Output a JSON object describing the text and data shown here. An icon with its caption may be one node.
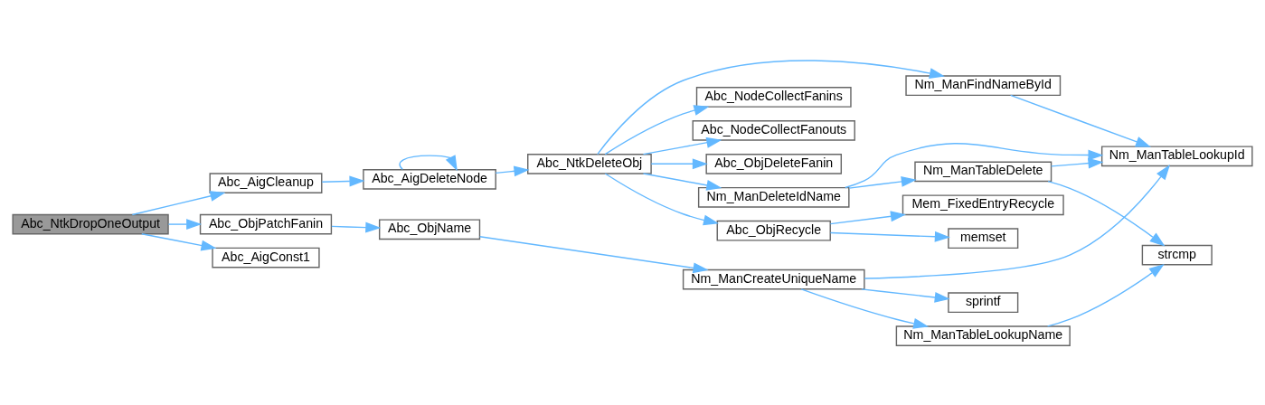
{
  "diagram": {
    "nodes": [
      {
        "text": [
          "Abc_NtkDropOneOutput"
        ]
      },
      {
        "text": [
          "Abc_ObjPatchFanin"
        ]
      },
      {
        "text": [
          "Abc_AigCleanup"
        ]
      },
      {
        "text": [
          "Abc_AigConst1"
        ]
      },
      {
        "text": [
          "Abc_ObjName"
        ]
      },
      {
        "text": [
          "Abc_AigDeleteNode"
        ]
      },
      {
        "text": [
          "Nm_ManCreateUniqueName"
        ]
      },
      {
        "text": [
          "Abc_NtkDeleteObj"
        ]
      },
      {
        "text": [
          "Nm_ManTableLookupName"
        ]
      },
      {
        "text": [
          "sprintf"
        ]
      },
      {
        "text": [
          "Nm_ManTableDelete"
        ]
      },
      {
        "text": [
          "Nm_ManDeleteIdName"
        ]
      },
      {
        "text": [
          "Abc_ObjRecycle"
        ]
      },
      {
        "text": [
          "Abc_NodeCollectFanins"
        ]
      },
      {
        "text": [
          "Abc_NodeCollectFanouts"
        ]
      },
      {
        "text": [
          "Abc_ObjDeleteFanin"
        ]
      },
      {
        "text": [
          "Nm_ManFindNameById"
        ]
      },
      {
        "text": [
          "strcmp"
        ]
      },
      {
        "text": [
          "Nm_ManTableLookupId"
        ]
      },
      {
        "text": [
          "Mem_FixedEntryRecycle"
        ]
      },
      {
        "text": [
          "memset"
        ]
      }
    ],
    "edges": [
      {
        "from": 0,
        "to": 1,
        "arrow": "to"
      },
      {
        "from": 0,
        "to": 2,
        "arrow": "to"
      },
      {
        "from": 0,
        "to": 3,
        "arrow": "to"
      },
      {
        "from": 1,
        "to": 4,
        "arrow": "to"
      },
      {
        "from": 4,
        "to": 6,
        "arrow": "to"
      },
      {
        "from": 6,
        "to": 8,
        "arrow": "to"
      },
      {
        "from": 6,
        "to": 9,
        "arrow": "to"
      },
      {
        "from": 6,
        "to": 18,
        "arrow": "to"
      },
      {
        "from": 8,
        "to": 17,
        "arrow": "to"
      },
      {
        "from": 2,
        "to": 5,
        "arrow": "to"
      },
      {
        "from": 5,
        "to": 5,
        "arrow": "to"
      },
      {
        "from": 5,
        "to": 7,
        "arrow": "to"
      },
      {
        "from": 7,
        "to": 11,
        "arrow": "to"
      },
      {
        "from": 7,
        "to": 12,
        "arrow": "to"
      },
      {
        "from": 7,
        "to": 13,
        "arrow": "to"
      },
      {
        "from": 7,
        "to": 14,
        "arrow": "to"
      },
      {
        "from": 7,
        "to": 15,
        "arrow": "to"
      },
      {
        "from": 7,
        "to": 16,
        "arrow": "to"
      },
      {
        "from": 11,
        "to": 10,
        "arrow": "to"
      },
      {
        "from": 11,
        "to": 18,
        "arrow": "to"
      },
      {
        "from": 10,
        "to": 17,
        "arrow": "to"
      },
      {
        "from": 10,
        "to": 18,
        "arrow": "to"
      },
      {
        "from": 12,
        "to": 19,
        "arrow": "to"
      },
      {
        "from": 12,
        "to": 20,
        "arrow": "to"
      },
      {
        "from": 16,
        "to": 18,
        "arrow": "to"
      }
    ]
  }
}
